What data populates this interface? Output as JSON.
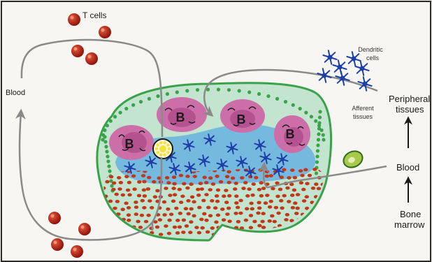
{
  "labels": {
    "t_cells": "T cells",
    "blood_left": "Blood",
    "dendritic": [
      "Dendritic",
      "cells"
    ],
    "afferent": [
      "Afferent",
      "tissues"
    ],
    "peripheral": [
      "Peripheral",
      "tissues"
    ],
    "blood_right": "Blood",
    "bone_marrow": [
      "Bone",
      "marrow"
    ],
    "b_cell": "B"
  },
  "colors": {
    "background": "#f7f6f2",
    "frame": "#2b2b2b",
    "node_outer": "#c3e4ce",
    "node_border": "#3aa24a",
    "follicle_fill": "#cc6fa8",
    "follicle_inner": "#a64a8a",
    "paracortex": "#69b1e0",
    "medulla_dots": "#c2361a",
    "dendritic_cell": "#1d3fa8",
    "t_cell": "#b3170f",
    "flow_arrow": "#8a8a8a",
    "hev_cell": "#f2e23a",
    "green_cell": "#a8c94a"
  }
}
